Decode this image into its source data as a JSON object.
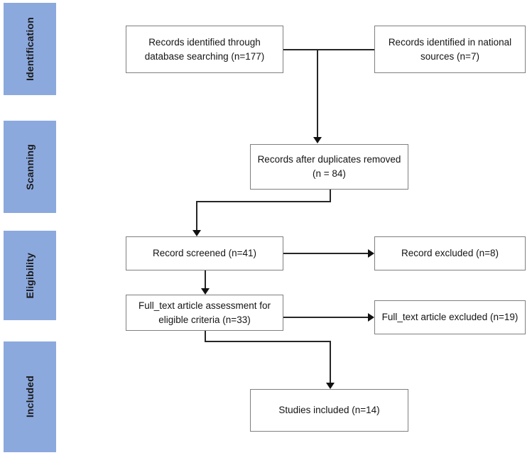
{
  "diagram": {
    "type": "prisma-flow-diagram",
    "accent_color": "#8CA9DE",
    "box_border_color": "#7f7f7f",
    "connector_color": "#262626",
    "stages": [
      {
        "id": "identification",
        "label": "Identification"
      },
      {
        "id": "scanning",
        "label": "Scanning"
      },
      {
        "id": "eligibility",
        "label": "Eligibility"
      },
      {
        "id": "included",
        "label": "Included"
      }
    ],
    "nodes": {
      "database_records": {
        "text": "Records identified through\ndatabase searching (n=177)",
        "count": 177
      },
      "national_records": {
        "text": "Records identified in national\nsources (n=7)",
        "count": 7
      },
      "duplicates_removed": {
        "text": "Records after duplicates removed\n(n = 84)",
        "count": 84
      },
      "records_screened": {
        "text": "Record screened (n=41)",
        "count": 41
      },
      "records_excluded": {
        "text": "Record excluded (n=8)",
        "count": 8
      },
      "fulltext_assessed": {
        "text": "Full_text article assessment for\neligible criteria (n=33)",
        "count": 33
      },
      "fulltext_excluded": {
        "text": "Full_text article excluded  (n=19)",
        "count": 19
      },
      "studies_included": {
        "text": "Studies included (n=14)",
        "count": 14
      }
    }
  }
}
